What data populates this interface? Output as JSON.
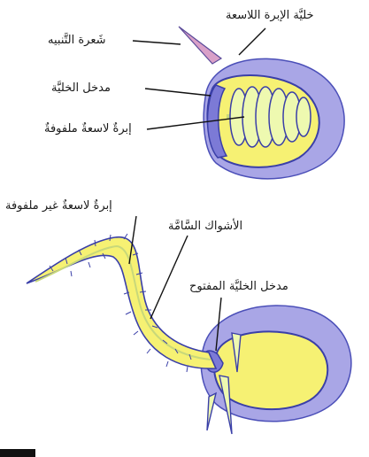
{
  "labels": {
    "cnidocyte": "خليَّة الإبرة اللاسعة",
    "trigger_hair": "شَعرة التَّنبيه",
    "cell_opening": "مدخل الخليَّة",
    "coiled_thread": "إبرةٌ لاسعةٌ ملفوفةٌ",
    "uncoiled_thread": "إبرةٌ لاسعةٌ غير ملفوفة",
    "toxic_spines": "الأشواك السَّامَّة",
    "open_cell_opening": "مدخل الخليَّة المفتوح"
  },
  "colors": {
    "outer_cell": "#a9a6e6",
    "inner_capsule": "#f6f173",
    "outline": "#3a3fa8",
    "thread": "#eef9b0",
    "trigger": "#d9a0c8"
  }
}
